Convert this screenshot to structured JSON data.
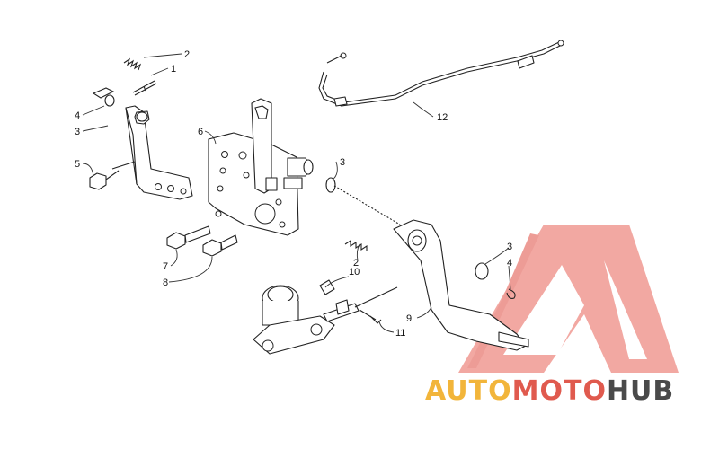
{
  "callouts": [
    {
      "id": "c1",
      "text": "1"
    },
    {
      "id": "c2a",
      "text": "2"
    },
    {
      "id": "c3a",
      "text": "3"
    },
    {
      "id": "c4a",
      "text": "4"
    },
    {
      "id": "c5",
      "text": "5"
    },
    {
      "id": "c6",
      "text": "6"
    },
    {
      "id": "c3b",
      "text": "3"
    },
    {
      "id": "c7",
      "text": "7"
    },
    {
      "id": "c8",
      "text": "8"
    },
    {
      "id": "c2b",
      "text": "2"
    },
    {
      "id": "c10",
      "text": "10"
    },
    {
      "id": "c3c",
      "text": "3"
    },
    {
      "id": "c4b",
      "text": "4"
    },
    {
      "id": "c9",
      "text": "9"
    },
    {
      "id": "c11",
      "text": "11"
    },
    {
      "id": "c12",
      "text": "12"
    }
  ],
  "watermark": {
    "part1": "AUTO",
    "part2": "MOTO",
    "part3": "HUB",
    "colors": {
      "auto": "#f2b53a",
      "moto": "#e05a4e",
      "hub": "#4a4a4a",
      "triangle": "#e87c74"
    }
  }
}
